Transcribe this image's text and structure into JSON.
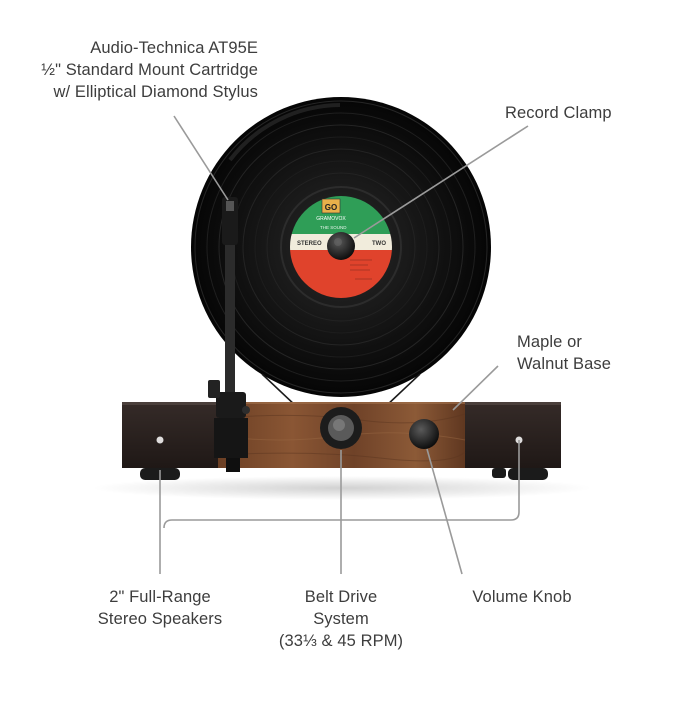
{
  "image": {
    "labels": {
      "cartridge": [
        "Audio-Technica AT95E",
        "½\" Standard Mount Cartridge",
        "w/ Elliptical Diamond Stylus"
      ],
      "record_clamp": "Record Clamp",
      "base": [
        "Maple or",
        "Walnut Base"
      ],
      "speakers": [
        "2\" Full-Range",
        "Stereo Speakers"
      ],
      "belt_drive": [
        "Belt Drive",
        "System",
        "(33⅓ & 45 RPM)"
      ],
      "volume_knob": "Volume Knob"
    },
    "record_label": {
      "brand": "GRAMOVOX",
      "logo": "GO",
      "left_text": "STEREO",
      "right_text": "TWO",
      "title": "THE SOUND"
    },
    "colors": {
      "vinyl": "#111111",
      "label_green": "#2f9e57",
      "label_cream": "#f1ecdc",
      "label_red": "#e0432c",
      "wood": "#7a4a2b",
      "speaker": "#2a2220",
      "callout_line": "#9a9a9a",
      "text": "#3d3d3d"
    }
  }
}
